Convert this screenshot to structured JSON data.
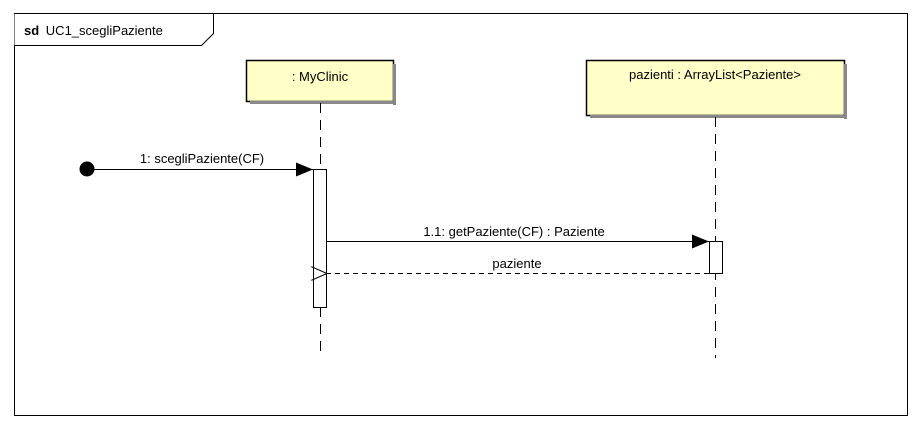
{
  "frame": {
    "keyword": "sd",
    "name": "UC1_scegliPaziente"
  },
  "lifelines": [
    {
      "label": ": MyClinic"
    },
    {
      "label": "pazienti : ArrayList<Paziente>"
    }
  ],
  "messages": [
    {
      "label": "1: scegliPaziente(CF)",
      "kind": "found-sync"
    },
    {
      "label": "1.1: getPaziente(CF) : Paziente",
      "kind": "sync"
    },
    {
      "label": "paziente",
      "kind": "reply"
    }
  ],
  "colors": {
    "lifeline_fill": "#FFFFC8",
    "line": "#000000",
    "background": "#FFFFFF"
  }
}
